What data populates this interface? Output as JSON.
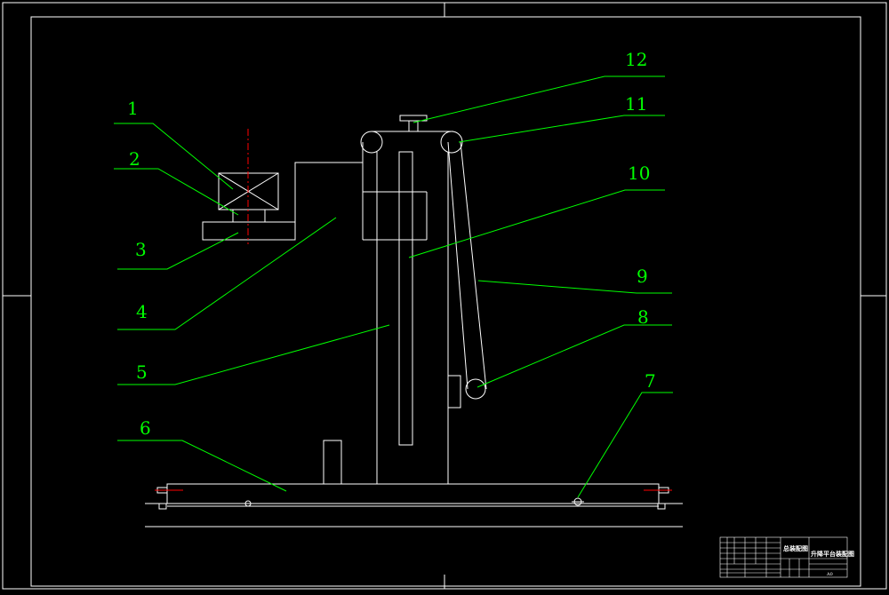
{
  "drawing": {
    "colors": {
      "background": "#000000",
      "linework": "#ffffff",
      "callouts": "#00ff00",
      "centerline": "#ff0000"
    },
    "callout_labels": {
      "1": "1",
      "2": "2",
      "3": "3",
      "4": "4",
      "5": "5",
      "6": "6",
      "7": "7",
      "8": "8",
      "9": "9",
      "10": "10",
      "11": "11",
      "12": "12"
    },
    "title_block": {
      "drawing_name": "总装配图",
      "project": "升降平台装配图",
      "sheet": "A0"
    }
  }
}
